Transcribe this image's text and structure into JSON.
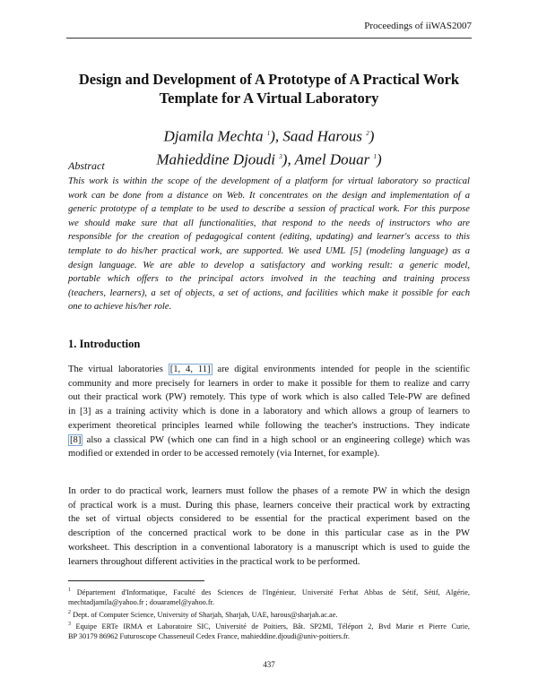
{
  "header": "Proceedings of iiWAS2007",
  "title": [
    "Design and Development of A Prototype of A Practical Work",
    "Template for A Virtual Laboratory"
  ],
  "authors": {
    "a1": "Djamila Mechta",
    "s1": "1",
    "a2": "Saad Harous",
    "s2": "2",
    "a3": "Mahieddine Djoudi",
    "s3": "3",
    "a4": "Amel Douar",
    "s4": "1"
  },
  "abstract_title": "Abstract",
  "abstract": [
    "This work is within the scope of the development of a platform for virtual laboratory so practical",
    "work can be done from a distance on Web. It concentrates on the design and implementation of a",
    "generic prototype of a template to be used to describe a session of practical work. For this purpose",
    "we should make sure that all functionalities, that respond to the needs of instructors who are",
    "responsible for the creation of pedagogical content (editing, updating) and learner's access to this",
    "template to do his/her practical work, are supported. We used UML [5] (modeling language) as a",
    "design language. We are able to develop a satisfactory and working result: a generic model,",
    "portable which offers to the principal actors involved in the teaching and training process",
    "(teachers, learners), a set of objects, a set of actions, and facilities which make it possible for each",
    "one to achieve his/her role."
  ],
  "section": "1.  Introduction",
  "para1": {
    "l1a": "The virtual laboratories ",
    "cite1": "[1, 4, 11]",
    "l1b": " are digital environments intended for people in the scientific",
    "l2": "community and more precisely for learners in order to make it possible for them to realize and carry",
    "l3": "out their practical work (PW) remotely. This type of work which is also called Tele-PW are defined",
    "l4": "in [3] as a training activity which is done in a laboratory and which allows a group of learners to",
    "l5": "experiment theoretical principles learned while following the teacher's instructions. They indicate",
    "cite2": "[8]",
    "l6b": " also a classical PW (which one can find in a high school or an engineering college) which was",
    "l7": "modified or extended in order to be accessed remotely (via Internet, for example)."
  },
  "para2": [
    "In order to do practical work, learners must follow the phases of a remote PW in which the design",
    "of practical work is a must. During this phase, learners conceive their practical work by extracting",
    "the set of virtual objects considered to be essential for the practical experiment based on the",
    "description of the concerned practical work to be done in this particular case as in the PW",
    "worksheet. This description in a conventional laboratory is a manuscript which is used to guide the",
    "learners throughout different activities in the practical work to be performed."
  ],
  "footnotes": [
    {
      "num": "1",
      "lines": [
        "Département d'Informatique, Faculté des Sciences de l'Ingénieur, Université Ferhat Abbas de Sétif, Sétif, Algérie,",
        "mechtadjamila@yahoo.fr ; douaramel@yahoo.fr."
      ]
    },
    {
      "num": "2",
      "lines": [
        "Dept. of Computer Science, University of Sharjah, Sharjah, UAE, harous@sharjah.ac.ae."
      ]
    },
    {
      "num": "3",
      "lines": [
        "Equipe ERTe IRMA et Laboratoire SIC, Université de Poitiers, Bât. SP2MI, Téléport 2, Bvd Marie et Pierre Curie,",
        "BP 30179 86962 Futuroscope Chasseneuil Cedex France, mahieddine.djoudi@univ-poitiers.fr."
      ]
    }
  ],
  "page_number": "437"
}
